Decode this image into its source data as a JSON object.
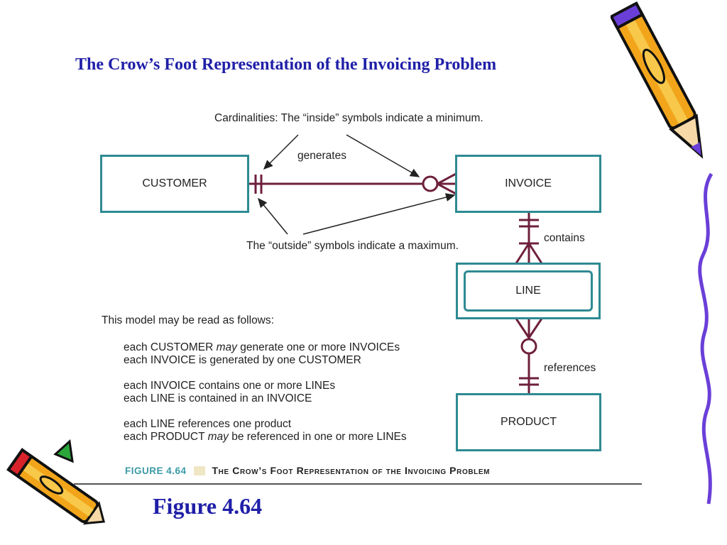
{
  "slide": {
    "title": "The Crow’s Foot Representation of the Invoicing Problem",
    "figure_label": "Figure 4.64"
  },
  "diagram": {
    "note_inside": "Cardinalities: The “inside” symbols indicate a minimum.",
    "note_outside": "The “outside” symbols indicate a maximum.",
    "entities": {
      "customer": "CUSTOMER",
      "invoice": "INVOICE",
      "line": "LINE",
      "product": "PRODUCT"
    },
    "relationships": {
      "generates": "generates",
      "contains": "contains",
      "references": "references"
    },
    "colors": {
      "entity_border": "#2e8a92",
      "relationship_line": "#6e1f3c",
      "title": "#1f1fa8"
    }
  },
  "reading": {
    "intro": "This model may be read as follows:",
    "groups": [
      {
        "pre1": "each CUSTOMER ",
        "em1": "may",
        "post1": " generate one or more INVOICEs",
        "line2": "each INVOICE is generated by one CUSTOMER"
      },
      {
        "line1": "each INVOICE contains one or more LINEs",
        "line2": "each LINE is contained in an INVOICE"
      },
      {
        "line1": "each LINE references one product",
        "pre2": "each PRODUCT ",
        "em2": "may",
        "post2": " be referenced in one or more LINEs"
      }
    ]
  },
  "caption": {
    "number": "FIGURE 4.64",
    "text": "The Crow’s Foot Representation of the Invoicing Problem"
  }
}
